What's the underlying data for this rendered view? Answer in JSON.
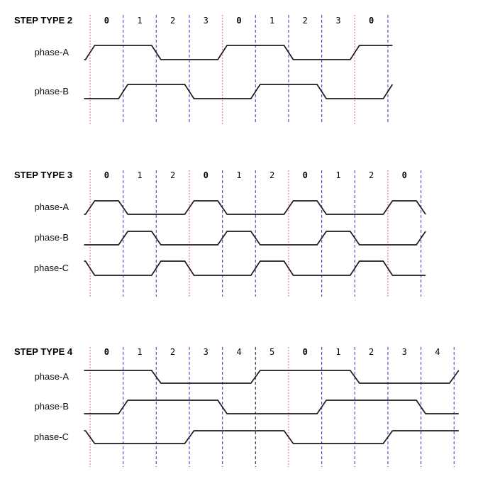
{
  "diagram": {
    "colors": {
      "background": "#ffffff",
      "waveform": "#1c1c1c",
      "text": "#000000",
      "red_line": "#f07f7f",
      "blue_line": "#5252d4",
      "dark_line": "#3d3d3d"
    },
    "sections": [
      {
        "title": "STEP TYPE 2",
        "step_labels": [
          {
            "t": "0",
            "bold": true
          },
          {
            "t": "1",
            "bold": false
          },
          {
            "t": "2",
            "bold": false
          },
          {
            "t": "3",
            "bold": false
          },
          {
            "t": "0",
            "bold": true
          },
          {
            "t": "1",
            "bold": false
          },
          {
            "t": "2",
            "bold": false
          },
          {
            "t": "3",
            "bold": false
          },
          {
            "t": "0",
            "bold": true
          }
        ],
        "gridlines": [
          "red",
          "blue",
          "blue",
          "blue",
          "red",
          "blue",
          "blue",
          "blue",
          "red",
          "blue"
        ],
        "phases": [
          {
            "label": "phase-A",
            "pre": 0,
            "levels": [
              1,
              1,
              0,
              0,
              1,
              1,
              0,
              0,
              1
            ],
            "post": 1
          },
          {
            "label": "phase-B",
            "pre": 0,
            "levels": [
              0,
              1,
              1,
              0,
              0,
              1,
              1,
              0,
              0
            ],
            "post": 1
          }
        ]
      },
      {
        "title": "STEP TYPE 3",
        "step_labels": [
          {
            "t": "0",
            "bold": true
          },
          {
            "t": "1",
            "bold": false
          },
          {
            "t": "2",
            "bold": false
          },
          {
            "t": "0",
            "bold": true
          },
          {
            "t": "1",
            "bold": false
          },
          {
            "t": "2",
            "bold": false
          },
          {
            "t": "0",
            "bold": true
          },
          {
            "t": "1",
            "bold": false
          },
          {
            "t": "2",
            "bold": false
          },
          {
            "t": "0",
            "bold": true
          }
        ],
        "gridlines": [
          "red",
          "blue",
          "blue",
          "red",
          "blue",
          "blue",
          "red",
          "blue",
          "blue",
          "red",
          "blue"
        ],
        "phases": [
          {
            "label": "phase-A",
            "pre": 0,
            "levels": [
              1,
              0,
              0,
              1,
              0,
              0,
              1,
              0,
              0,
              1
            ],
            "post": 0
          },
          {
            "label": "phase-B",
            "pre": 0,
            "levels": [
              0,
              1,
              0,
              0,
              1,
              0,
              0,
              1,
              0,
              0
            ],
            "post": 1
          },
          {
            "label": "phase-C",
            "pre": 1,
            "levels": [
              0,
              0,
              1,
              0,
              0,
              1,
              0,
              0,
              1,
              0
            ],
            "post": 0
          }
        ]
      },
      {
        "title": "STEP TYPE 4",
        "step_labels": [
          {
            "t": "0",
            "bold": true
          },
          {
            "t": "1",
            "bold": false
          },
          {
            "t": "2",
            "bold": false
          },
          {
            "t": "3",
            "bold": false
          },
          {
            "t": "4",
            "bold": false
          },
          {
            "t": "5",
            "bold": false
          },
          {
            "t": "0",
            "bold": true
          },
          {
            "t": "1",
            "bold": false
          },
          {
            "t": "2",
            "bold": false
          },
          {
            "t": "3",
            "bold": false
          },
          {
            "t": "4",
            "bold": false
          }
        ],
        "gridlines": [
          "red",
          "blue",
          "blue",
          "blue",
          "blue",
          "dark",
          "red",
          "blue",
          "blue",
          "blue",
          "blue",
          "blue"
        ],
        "phases": [
          {
            "label": "phase-A",
            "pre": 1,
            "levels": [
              1,
              1,
              0,
              0,
              0,
              1,
              1,
              1,
              0,
              0,
              0
            ],
            "post": 1
          },
          {
            "label": "phase-B",
            "pre": 0,
            "levels": [
              0,
              1,
              1,
              1,
              0,
              0,
              0,
              1,
              1,
              1,
              0
            ],
            "post": 0
          },
          {
            "label": "phase-C",
            "pre": 1,
            "levels": [
              0,
              0,
              0,
              1,
              1,
              1,
              0,
              0,
              0,
              1,
              1
            ],
            "post": 1
          }
        ]
      }
    ]
  }
}
